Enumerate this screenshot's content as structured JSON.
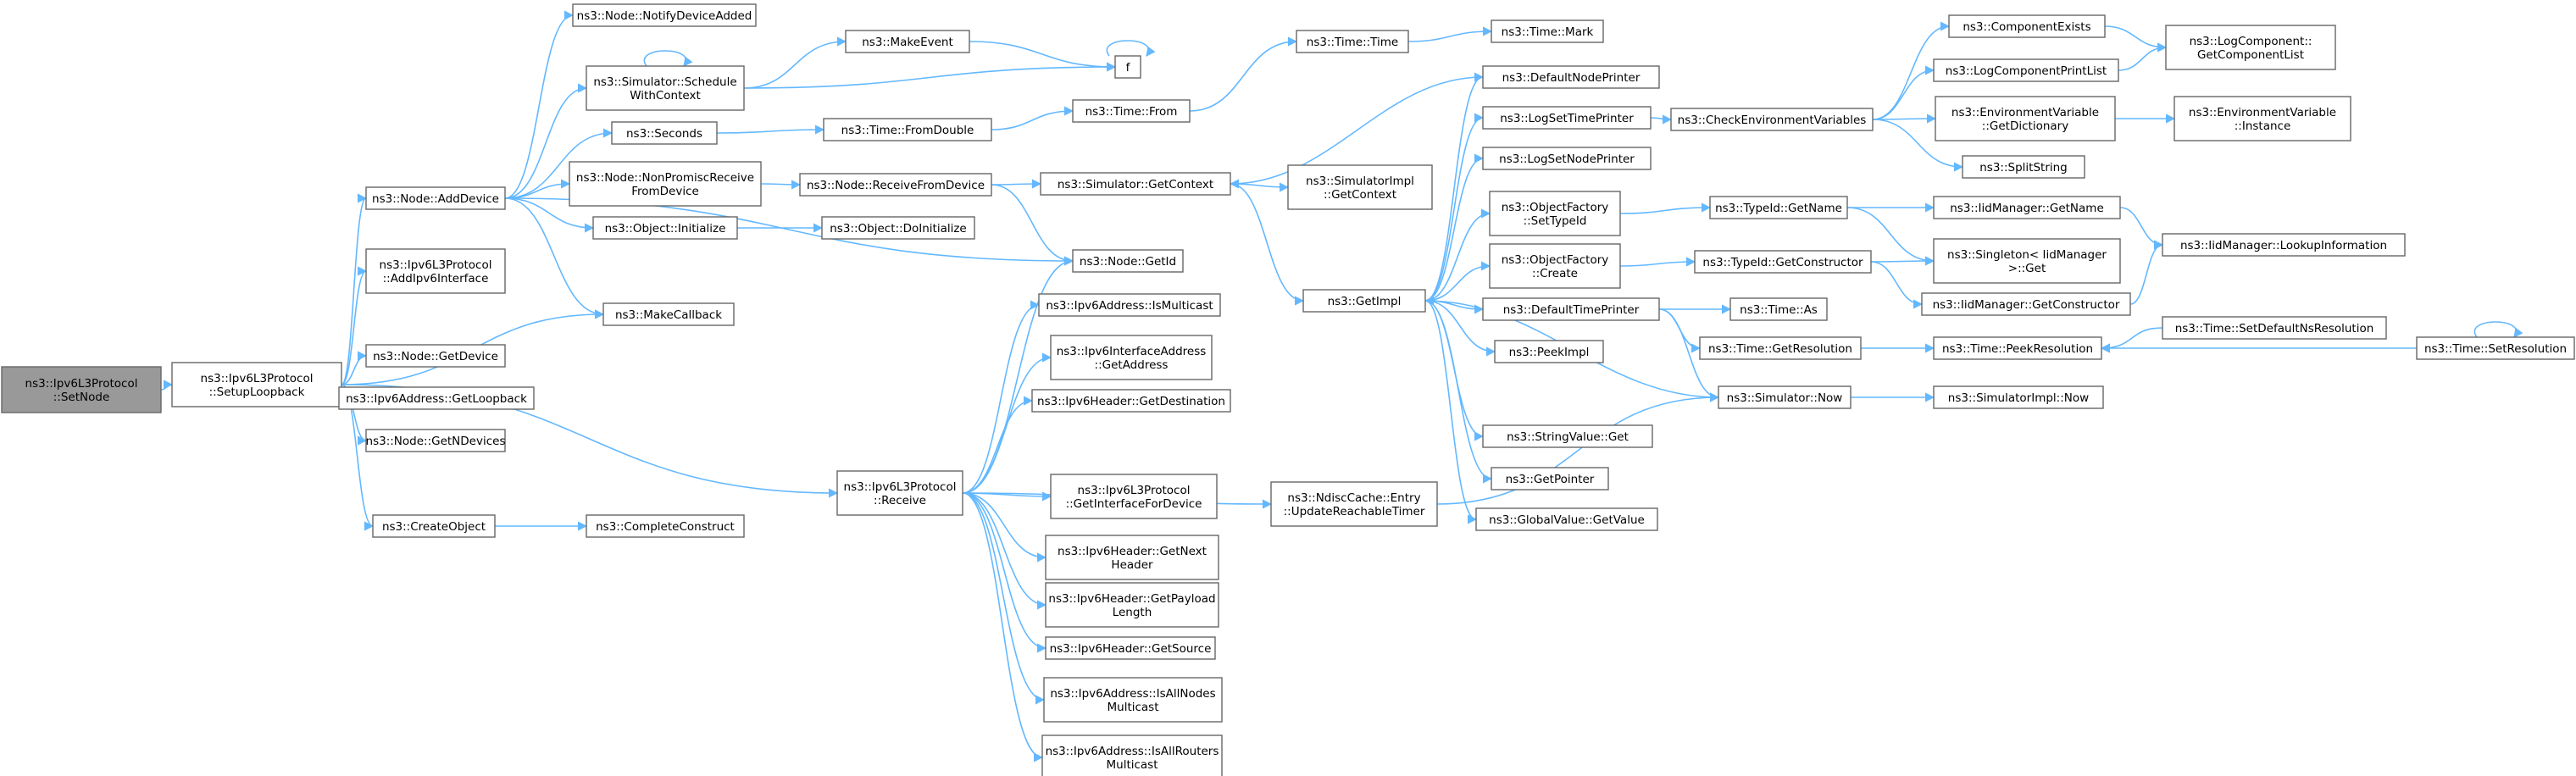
{
  "diagram": {
    "root_node": {
      "id": "setnode",
      "lines": [
        "ns3::Ipv6L3Protocol",
        "::SetNode"
      ]
    },
    "nodes": [
      {
        "id": "setuploopback",
        "lines": [
          "ns3::Ipv6L3Protocol",
          "::SetupLoopback"
        ]
      },
      {
        "id": "adddevice",
        "lines": [
          "ns3::Node::AddDevice"
        ]
      },
      {
        "id": "addipv6iface",
        "lines": [
          "ns3::Ipv6L3Protocol",
          "::AddIpv6Interface"
        ]
      },
      {
        "id": "makecallback",
        "lines": [
          "ns3::MakeCallback"
        ]
      },
      {
        "id": "getdevice",
        "lines": [
          "ns3::Node::GetDevice"
        ]
      },
      {
        "id": "getloopback",
        "lines": [
          "ns3::Ipv6Address::GetLoopback"
        ]
      },
      {
        "id": "getndevices",
        "lines": [
          "ns3::Node::GetNDevices"
        ]
      },
      {
        "id": "createobject",
        "lines": [
          "ns3::CreateObject"
        ]
      },
      {
        "id": "completeconstruct",
        "lines": [
          "ns3::CompleteConstruct"
        ]
      },
      {
        "id": "notifydeviceadded",
        "lines": [
          "ns3::Node::NotifyDeviceAdded"
        ]
      },
      {
        "id": "schedulewithcontext",
        "lines": [
          "ns3::Simulator::Schedule",
          "WithContext"
        ]
      },
      {
        "id": "seconds",
        "lines": [
          "ns3::Seconds"
        ]
      },
      {
        "id": "nonpromisc",
        "lines": [
          "ns3::Node::NonPromiscReceive",
          "FromDevice"
        ]
      },
      {
        "id": "objinitialize",
        "lines": [
          "ns3::Object::Initialize"
        ]
      },
      {
        "id": "makeevent",
        "lines": [
          "ns3::MakeEvent"
        ]
      },
      {
        "id": "f",
        "lines": [
          "f"
        ]
      },
      {
        "id": "fromdouble",
        "lines": [
          "ns3::Time::FromDouble"
        ]
      },
      {
        "id": "receivefromdevice",
        "lines": [
          "ns3::Node::ReceiveFromDevice"
        ]
      },
      {
        "id": "doinitialize",
        "lines": [
          "ns3::Object::DoInitialize"
        ]
      },
      {
        "id": "getid",
        "lines": [
          "ns3::Node::GetId"
        ]
      },
      {
        "id": "receive",
        "lines": [
          "ns3::Ipv6L3Protocol",
          "::Receive"
        ]
      },
      {
        "id": "ismulticast",
        "lines": [
          "ns3::Ipv6Address::IsMulticast"
        ]
      },
      {
        "id": "ifacegetaddress",
        "lines": [
          "ns3::Ipv6InterfaceAddress",
          "::GetAddress"
        ]
      },
      {
        "id": "getdestination",
        "lines": [
          "ns3::Ipv6Header::GetDestination"
        ]
      },
      {
        "id": "getifacefordevice",
        "lines": [
          "ns3::Ipv6L3Protocol",
          "::GetInterfaceForDevice"
        ]
      },
      {
        "id": "getnextheader",
        "lines": [
          "ns3::Ipv6Header::GetNext",
          "Header"
        ]
      },
      {
        "id": "getpayloadlength",
        "lines": [
          "ns3::Ipv6Header::GetPayload",
          "Length"
        ]
      },
      {
        "id": "getsource",
        "lines": [
          "ns3::Ipv6Header::GetSource"
        ]
      },
      {
        "id": "isallnodes",
        "lines": [
          "ns3::Ipv6Address::IsAllNodes",
          "Multicast"
        ]
      },
      {
        "id": "isallrouters",
        "lines": [
          "ns3::Ipv6Address::IsAllRouters",
          "Multicast"
        ]
      },
      {
        "id": "timefrom",
        "lines": [
          "ns3::Time::From"
        ]
      },
      {
        "id": "timetime",
        "lines": [
          "ns3::Time::Time"
        ]
      },
      {
        "id": "timemark",
        "lines": [
          "ns3::Time::Mark"
        ]
      },
      {
        "id": "getcontext",
        "lines": [
          "ns3::Simulator::GetContext"
        ]
      },
      {
        "id": "simimplgetcontext",
        "lines": [
          "ns3::SimulatorImpl",
          "::GetContext"
        ]
      },
      {
        "id": "updatereachable",
        "lines": [
          "ns3::NdiscCache::Entry",
          "::UpdateReachableTimer"
        ]
      },
      {
        "id": "getimpl",
        "lines": [
          "ns3::GetImpl"
        ]
      },
      {
        "id": "defaultnodeprinter",
        "lines": [
          "ns3::DefaultNodePrinter"
        ]
      },
      {
        "id": "logsettimeprinter",
        "lines": [
          "ns3::LogSetTimePrinter"
        ]
      },
      {
        "id": "logsetnodeprinter",
        "lines": [
          "ns3::LogSetNodePrinter"
        ]
      },
      {
        "id": "objfactorysettypeid",
        "lines": [
          "ns3::ObjectFactory",
          "::SetTypeId"
        ]
      },
      {
        "id": "objfactorycreate",
        "lines": [
          "ns3::ObjectFactory",
          "::Create"
        ]
      },
      {
        "id": "defaulttimeprinter",
        "lines": [
          "ns3::DefaultTimePrinter"
        ]
      },
      {
        "id": "peekimpl",
        "lines": [
          "ns3::PeekImpl"
        ]
      },
      {
        "id": "stringvalueget",
        "lines": [
          "ns3::StringValue::Get"
        ]
      },
      {
        "id": "getpointer",
        "lines": [
          "ns3::GetPointer"
        ]
      },
      {
        "id": "globalvaluegetvalue",
        "lines": [
          "ns3::GlobalValue::GetValue"
        ]
      },
      {
        "id": "checkenvvars",
        "lines": [
          "ns3::CheckEnvironmentVariables"
        ]
      },
      {
        "id": "typeidgetname",
        "lines": [
          "ns3::TypeId::GetName"
        ]
      },
      {
        "id": "typeidgetconstructor",
        "lines": [
          "ns3::TypeId::GetConstructor"
        ]
      },
      {
        "id": "timeas",
        "lines": [
          "ns3::Time::As"
        ]
      },
      {
        "id": "timegetresolution",
        "lines": [
          "ns3::Time::GetResolution"
        ]
      },
      {
        "id": "simulatornow",
        "lines": [
          "ns3::Simulator::Now"
        ]
      },
      {
        "id": "componentexists",
        "lines": [
          "ns3::ComponentExists"
        ]
      },
      {
        "id": "logcomponentprintlist",
        "lines": [
          "ns3::LogComponentPrintList"
        ]
      },
      {
        "id": "envvargetdictionary",
        "lines": [
          "ns3::EnvironmentVariable",
          "::GetDictionary"
        ]
      },
      {
        "id": "splitstring",
        "lines": [
          "ns3::SplitString"
        ]
      },
      {
        "id": "iidmanagergetname",
        "lines": [
          "ns3::IidManager::GetName"
        ]
      },
      {
        "id": "singletonget",
        "lines": [
          "ns3::Singleton< IidManager",
          " >::Get"
        ]
      },
      {
        "id": "iidmanagergetconstructor",
        "lines": [
          "ns3::IidManager::GetConstructor"
        ]
      },
      {
        "id": "timepeekresolution",
        "lines": [
          "ns3::Time::PeekResolution"
        ]
      },
      {
        "id": "simimplnow",
        "lines": [
          "ns3::SimulatorImpl::Now"
        ]
      },
      {
        "id": "logcomponentgetlist",
        "lines": [
          "ns3::LogComponent::",
          "GetComponentList"
        ]
      },
      {
        "id": "envvarinstance",
        "lines": [
          "ns3::EnvironmentVariable",
          "::Instance"
        ]
      },
      {
        "id": "iidmanagerlookup",
        "lines": [
          "ns3::IidManager::LookupInformation"
        ]
      },
      {
        "id": "setdefaultnsres",
        "lines": [
          "ns3::Time::SetDefaultNsResolution"
        ]
      },
      {
        "id": "setresolution",
        "lines": [
          "ns3::Time::SetResolution"
        ]
      }
    ]
  }
}
